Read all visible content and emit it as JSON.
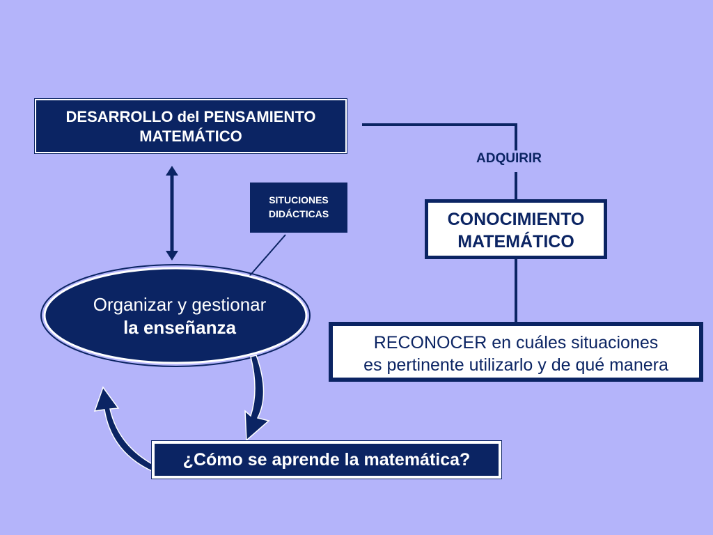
{
  "diagram": {
    "desarrollo": [
      "DESARROLLO del PENSAMIENTO",
      "MATEMÁTICO"
    ],
    "situaciones": [
      "SITUCIONES",
      "DIDÁCTICAS"
    ],
    "adquirir": "ADQUIRIR",
    "conocimiento": [
      "CONOCIMIENTO",
      "MATEMÁTICO"
    ],
    "reconocer": [
      "RECONOCER en cuáles situaciones",
      "es pertinente utilizarlo y de qué manera"
    ],
    "organizar": [
      "Organizar y gestionar",
      "la enseñanza"
    ],
    "como": "¿Cómo se aprende la matemática?"
  },
  "colors": {
    "background": "#b4b4fa",
    "navy": "#0b2463",
    "white": "#ffffff"
  }
}
